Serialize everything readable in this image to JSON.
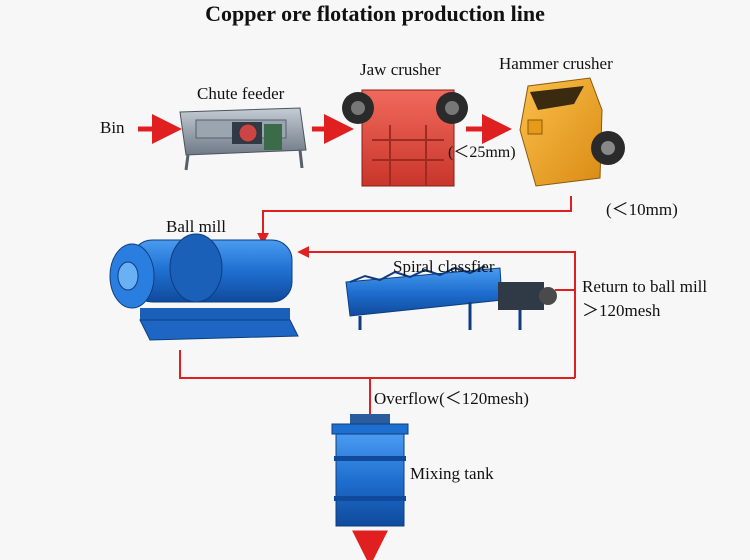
{
  "title": "Copper ore flotation production line",
  "labels": {
    "bin": "Bin",
    "chute_feeder": "Chute feeder",
    "jaw_crusher": "Jaw crusher",
    "hammer_crusher": "Hammer crusher",
    "jaw_size": "(＜25mm)",
    "hammer_size": "(＜10mm)",
    "ball_mill": "Ball mill",
    "spiral_classifier": "Spiral classfier",
    "return_line1": "Return to ball mill",
    "return_line2": "＞120mesh",
    "overflow": "Overflow(＜120mesh)",
    "mixing_tank": "Mixing tank"
  },
  "colors": {
    "flow_red": "#e02020",
    "steel_blue": "#1f6fd0",
    "crusher_red": "#e0453a",
    "crusher_orange": "#f2a623",
    "feeder_gray": "#8a96a3"
  }
}
